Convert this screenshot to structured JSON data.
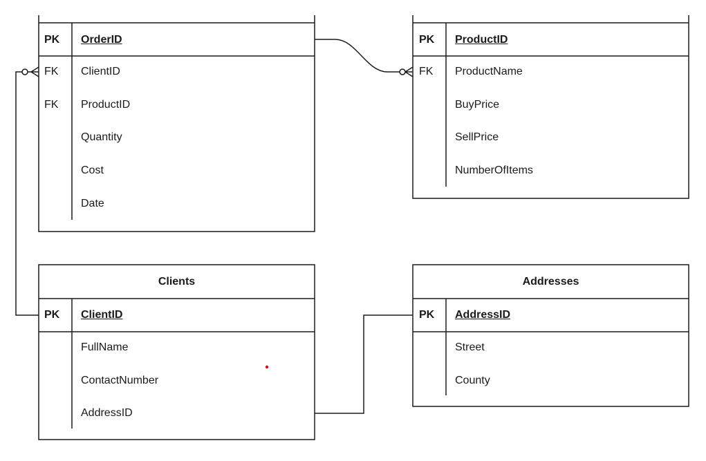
{
  "entities": {
    "orders": {
      "title": "",
      "pk": {
        "key": "PK",
        "name": "OrderID"
      },
      "fields": [
        {
          "key": "FK",
          "name": "ClientID"
        },
        {
          "key": "FK",
          "name": "ProductID"
        },
        {
          "key": "",
          "name": "Quantity"
        },
        {
          "key": "",
          "name": "Cost"
        },
        {
          "key": "",
          "name": "Date"
        }
      ]
    },
    "products": {
      "title": "",
      "pk": {
        "key": "PK",
        "name": "ProductID"
      },
      "fields": [
        {
          "key": "FK",
          "name": "ProductName"
        },
        {
          "key": "",
          "name": "BuyPrice"
        },
        {
          "key": "",
          "name": "SellPrice"
        },
        {
          "key": "",
          "name": "NumberOfItems"
        }
      ]
    },
    "clients": {
      "title": "Clients",
      "pk": {
        "key": "PK",
        "name": "ClientID"
      },
      "fields": [
        {
          "key": "",
          "name": "FullName"
        },
        {
          "key": "",
          "name": "ContactNumber"
        },
        {
          "key": "",
          "name": "AddressID"
        }
      ]
    },
    "addresses": {
      "title": "Addresses",
      "pk": {
        "key": "PK",
        "name": "AddressID"
      },
      "fields": [
        {
          "key": "",
          "name": "Street"
        },
        {
          "key": "",
          "name": "County"
        }
      ]
    }
  },
  "colors": {
    "line": "#1a1a1a",
    "background": "#ffffff",
    "dot": "#d01010"
  }
}
